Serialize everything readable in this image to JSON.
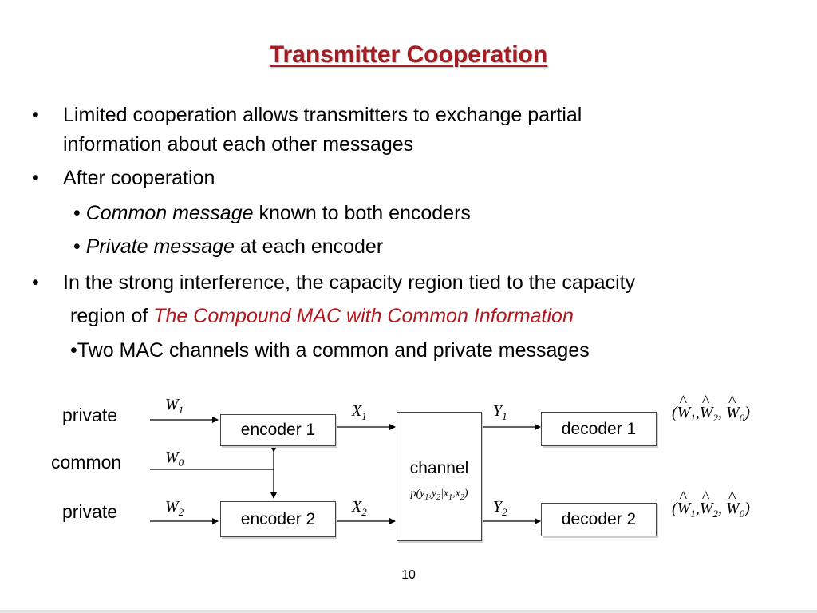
{
  "title": "Transmitter Cooperation",
  "bullets": {
    "b1_line1": "Limited cooperation allows transmitters to exchange partial",
    "b1_line2": "information about each other messages",
    "b2": "After cooperation",
    "b2a_em": "Common message",
    "b2a_rest": " known to both encoders",
    "b2b_em": "Private message",
    "b2b_rest": " at each encoder",
    "b3_line1": "In the strong interference, the capacity region tied to the capacity",
    "b3_line2_prefix": "region of ",
    "b3_line2_red": "The Compound MAC with Common Information",
    "b3a": "•Two MAC channels with a common and private messages",
    "bullet_char": "•"
  },
  "diagram": {
    "labels": {
      "private1": "private",
      "common": "common",
      "private2": "private"
    },
    "encoder1": "encoder 1",
    "encoder2": "encoder 2",
    "channel": "channel",
    "decoder1": "decoder 1",
    "decoder2": "decoder 2"
  },
  "page_number": "10",
  "colors": {
    "title": "#a31d22",
    "highlight": "#b5161b"
  }
}
